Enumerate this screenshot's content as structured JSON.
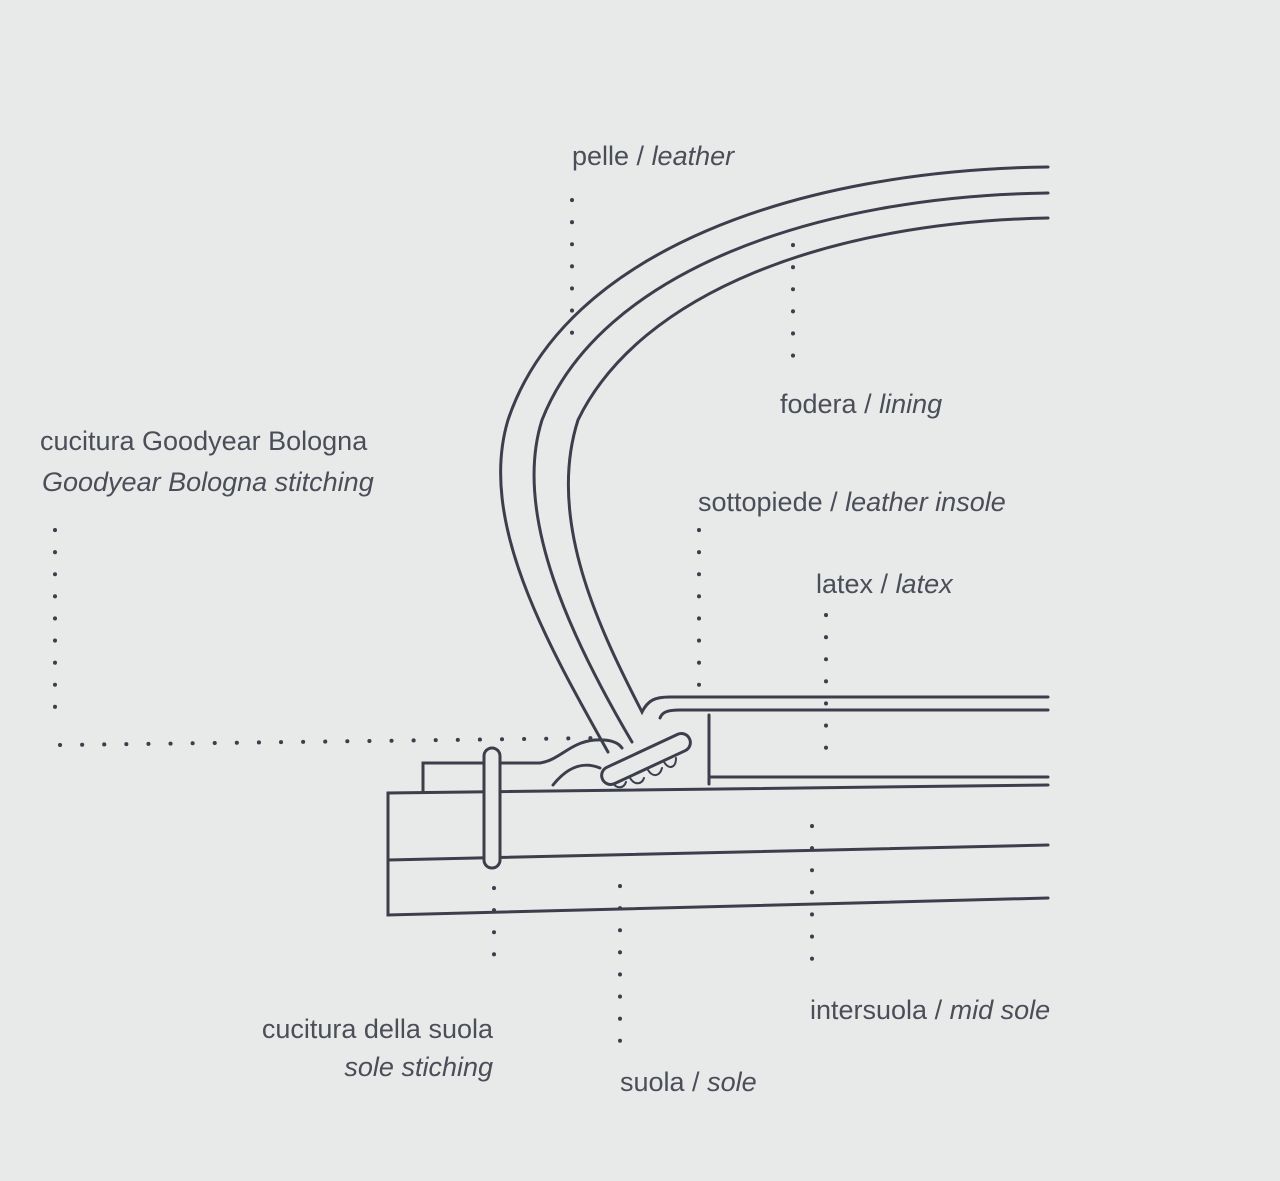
{
  "colors": {
    "background": "#e8eae9",
    "line": "#3c3e4c",
    "text": "#4b4d58"
  },
  "labels": {
    "leather": {
      "it": "pelle",
      "sep": " / ",
      "en": "leather"
    },
    "lining": {
      "it": "fodera",
      "sep": " / ",
      "en": "lining"
    },
    "goodyear": {
      "it": "cucitura Goodyear Bologna",
      "en": "Goodyear Bologna stitching"
    },
    "insole": {
      "it": "sottopiede",
      "sep": " / ",
      "en": "leather insole"
    },
    "latex": {
      "it": "latex",
      "sep": " / ",
      "en": "latex"
    },
    "sole_stitching": {
      "it": "cucitura della suola",
      "en": "sole stiching"
    },
    "sole": {
      "it": "suola",
      "sep": " / ",
      "en": "sole"
    },
    "midsole": {
      "it": "intersuola",
      "sep": " / ",
      "en": "mid sole"
    }
  }
}
